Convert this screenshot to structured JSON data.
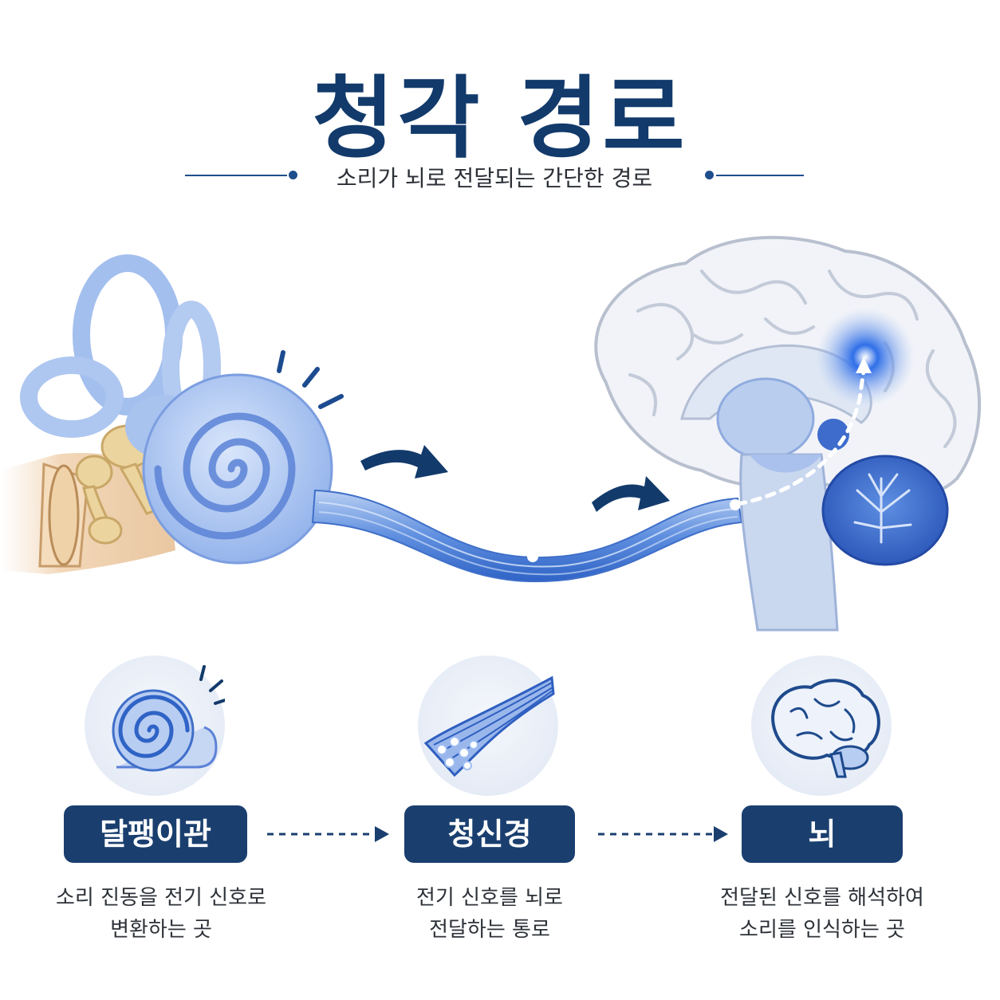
{
  "title": "청각 경로",
  "subtitle": "소리가 뇌로 전달되는 간단한 경로",
  "steps": [
    {
      "label": "달팽이관",
      "desc_line1": "소리 진동을 전기 신호로",
      "desc_line2": "변환하는 곳",
      "icon": "cochlea-icon"
    },
    {
      "label": "청신경",
      "desc_line1": "전기 신호를 뇌로",
      "desc_line2": "전달하는 통로",
      "icon": "nerve-fiber-icon"
    },
    {
      "label": "뇌",
      "desc_line1": "전달된 신호를 해석하여",
      "desc_line2": "소리를 인식하는 곳",
      "icon": "brain-icon"
    }
  ],
  "colors": {
    "title": "#123a6b",
    "label_bg": "#1a3f6f",
    "accent_blue": "#2f6fe0",
    "cochlea_light": "#a9c4ef",
    "bone": "#e8d2a0"
  }
}
